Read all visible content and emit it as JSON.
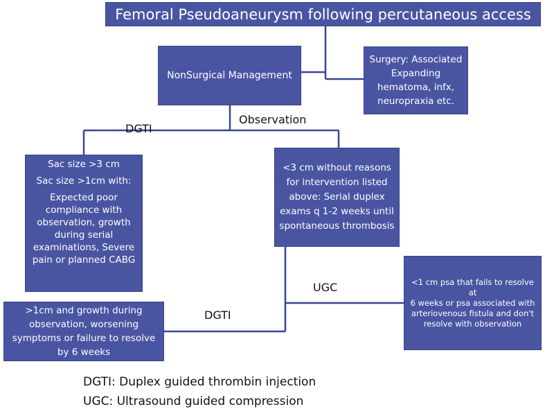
{
  "title": "Femoral Pseudoaneurysm following percutaneous access",
  "nonsurgical": {
    "label": "NonSurgical Management"
  },
  "surgery": {
    "lines": [
      "Surgery: Associated",
      "Expanding",
      "hematoma, infx,",
      "neuropraxia etc."
    ]
  },
  "dgti_criteria": {
    "lines": [
      "Sac size >3 cm",
      "Sac size >1cm with:",
      "Expected poor",
      "compliance with",
      "observation, growth",
      "during serial",
      "examinations, Severe",
      "pain or planned CABG"
    ]
  },
  "observation_criteria": {
    "lines": [
      "<3 cm without reasons",
      "for intervention listed",
      "above:  Serial duplex",
      "exams  q  1-2 weeks  until",
      "spontaneous thrombosis"
    ]
  },
  "ugc_criteria": {
    "lines": [
      "<1 cm psa  that fails to resolve at",
      "6 weeks  or psa associated with",
      "arteriovenous fistula and don't",
      "resolve with observation"
    ]
  },
  "growth_criteria": {
    "lines": [
      ">1cm and growth during",
      "observation, worsening",
      "symptoms or failure to resolve",
      "by 6 weeks"
    ]
  },
  "edge_labels": {
    "dgti_upper": "DGTI",
    "observation": "Observation",
    "ugc": "UGC",
    "dgti_lower": "DGTI"
  },
  "legend": {
    "dgti": "DGTI: Duplex guided thrombin injection",
    "ugc": "UGC: Ultrasound guided compression"
  },
  "colors": {
    "box_fill": "#4a55a2",
    "box_text": "#ffffff",
    "connector": "#3a4590",
    "text": "#111111"
  }
}
